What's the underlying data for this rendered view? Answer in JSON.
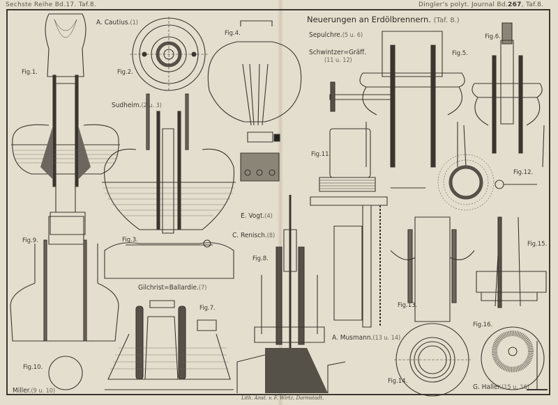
{
  "header": {
    "left": "Sechste Reihe Bd.17. Taf.8.",
    "right_prefix": "Dingler's polyt. Journal Bd.",
    "right_volume": "267",
    "right_suffix": "Taf.8."
  },
  "title": {
    "text": "Neuerungen an Erdölbrennern.",
    "ref": "(Taf. 8.)"
  },
  "inventors": [
    {
      "name": "A. Cautius.",
      "ref": "(1)"
    },
    {
      "name": "Sudheim.",
      "ref": "(2 u. 3)"
    },
    {
      "name": "E. Vogt.",
      "ref": "(4)"
    },
    {
      "name": "C. Renisch.",
      "ref": "(8)"
    },
    {
      "name": "Gilchrist=Ballardie.",
      "ref": "(7)"
    },
    {
      "name": "Sepulchre.",
      "ref": "(5 u. 6)"
    },
    {
      "name": "Schwintzer=Gräff.",
      "ref": "(11 u. 12)"
    },
    {
      "name": "A. Musmann.",
      "ref": "(13 u. 14)"
    },
    {
      "name": "G. Haller.",
      "ref": "(15 u. 16)"
    },
    {
      "name": "Miller.",
      "ref": "(9 u. 10)"
    }
  ],
  "figures": {
    "fig1": "Fig.1.",
    "fig2": "Fig.2.",
    "fig3": "Fig.3.",
    "fig4": "Fig.4.",
    "fig5": "Fig.5.",
    "fig6": "Fig.6.",
    "fig7": "Fig.7.",
    "fig8": "Fig.8.",
    "fig9": "Fig.9.",
    "fig10": "Fig.10.",
    "fig11": "Fig.11.",
    "fig12": "Fig.12.",
    "fig13": "Fig.13.",
    "fig14": "Fig.14.",
    "fig15": "Fig.15.",
    "fig16": "Fig.16."
  },
  "imprint": "Lith. Anst. v. F. Wirtz, Darmstadt.",
  "colors": {
    "paper": "#e4dece",
    "ink": "#3a362f",
    "shade": "#6b675e",
    "faint": "#8a8577"
  }
}
